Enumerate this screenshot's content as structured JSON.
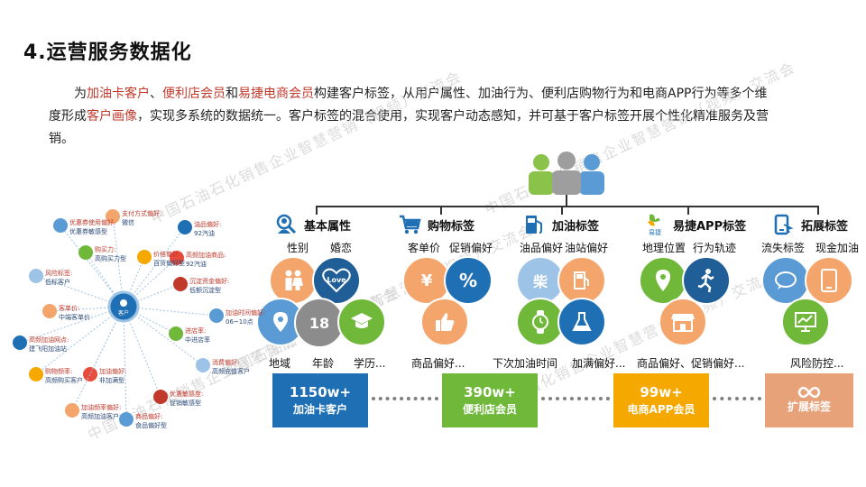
{
  "slide": {
    "title": "4.运营服务数据化",
    "intro": {
      "p1": "为",
      "h1": "加油卡客户",
      "p2": "、",
      "h2": "便利店会员",
      "p3": "和",
      "h3": "易捷电商会员",
      "p4": "构建客户标签，从用户属性、加油行为、便利店购物行为和电商APP行为等多个维度形成",
      "h4": "客户画像",
      "p5": "，实现多系统的数据统一。客户标签的混合使用，实现客户动态感知，并可基于客户标签开展个性化精准服务及营销。"
    },
    "watermark": "中国石油石化销售企业智慧营销（视频）交流会"
  },
  "categories": [
    {
      "label": "基本属性",
      "icon": "person-search-icon"
    },
    {
      "label": "购物标签",
      "icon": "shopping-cart-icon"
    },
    {
      "label": "加油标签",
      "icon": "fuel-pump-icon"
    },
    {
      "label": "易捷APP标签",
      "icon": "yijie-logo-icon"
    },
    {
      "label": "拓展标签",
      "icon": "phone-tap-icon"
    }
  ],
  "tags": {
    "basic": {
      "gender": "性别",
      "marriage": "婚恋",
      "region": "地域",
      "age": "年龄",
      "education": "学历...",
      "love": "Love",
      "age_num": "18"
    },
    "shopping": {
      "unit_price": "客单价",
      "promo": "促销偏好",
      "goods": "商品偏好...",
      "yen": "¥",
      "pct": "%"
    },
    "fuel": {
      "oil_pref": "油品偏好",
      "station_pref": "油站偏好",
      "next_time": "下次加油时间",
      "full_pref": "加满偏好...",
      "oil_glyph": "柴"
    },
    "app": {
      "location": "地理位置",
      "track": "行为轨迹",
      "goods_promo": "商品偏好、促销偏好...",
      "logo_text": "易捷"
    },
    "ext": {
      "churn": "流失标签",
      "cash": "现金加油",
      "risk": "风险防控..."
    }
  },
  "metrics": [
    {
      "big": "1150w+",
      "small": "加油卡客户",
      "color": "#1f6fb5"
    },
    {
      "big": "390w+",
      "small": "便利店会员",
      "color": "#6fb83a"
    },
    {
      "big": "99w+",
      "small": "电商APP会员",
      "color": "#f5a800"
    },
    {
      "big": "",
      "small": "扩展标签",
      "color": "#e8a27a"
    }
  ],
  "network": {
    "center": "客户",
    "nodes": [
      {
        "r": "支付方式偏好:",
        "b": "微信"
      },
      {
        "r": "优惠券使用偏好:",
        "b": "优惠券敏感型"
      },
      {
        "r": "油品偏好:",
        "b": "92汽油"
      },
      {
        "r": "购买力:",
        "b": "高购买力型"
      },
      {
        "r": "价格偏好:",
        "b": "百货偏好型"
      },
      {
        "r": "高频加油商品:",
        "b": "92汽油"
      },
      {
        "r": "风险标签:",
        "b": "低标客户"
      },
      {
        "r": "沉淀资金偏好:",
        "b": "低额沉淀型"
      },
      {
        "r": "客单价:",
        "b": "中端客单价"
      },
      {
        "r": "加油时间偏好:",
        "b": "06~10点"
      },
      {
        "r": "高频加油网点:",
        "b": "建飞阳加油站"
      },
      {
        "r": "进店率:",
        "b": "中进店率"
      },
      {
        "r": "购物频率:",
        "b": "高频购买客户"
      },
      {
        "r": "加油偏好:",
        "b": "非加满型"
      },
      {
        "r": "消费偏好:",
        "b": "高频充值客户"
      },
      {
        "r": "优惠敏感度:",
        "b": "促销敏感型"
      },
      {
        "r": "加油频率偏好:",
        "b": "高频加油客户"
      },
      {
        "r": "商品偏好:",
        "b": "食品偏好型"
      }
    ]
  }
}
